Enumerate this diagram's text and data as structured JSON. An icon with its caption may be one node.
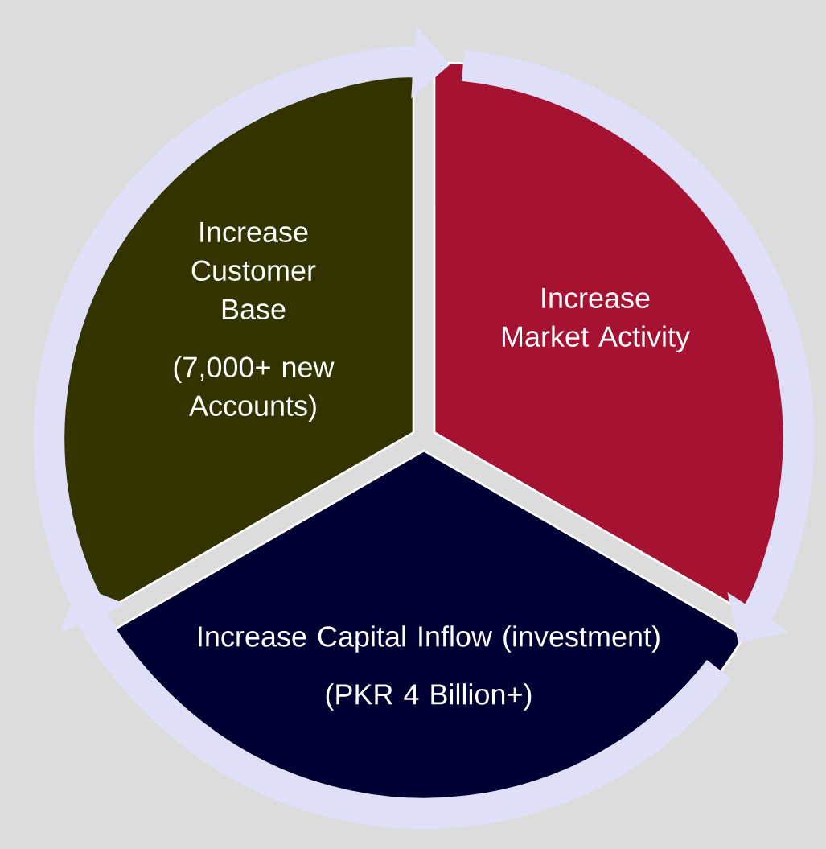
{
  "diagram": {
    "nodes": [
      {
        "text": [
          "Increase Customer Base",
          "(7,000+ new Accounts)"
        ]
      },
      {
        "text": [
          "Increase Market Activity"
        ]
      },
      {
        "text": [
          "Increase Capital Inflow (investment)",
          "(PKR 4 Billion+)"
        ]
      }
    ],
    "edges": [
      {
        "from": 0,
        "to": 1,
        "arrow": "to"
      },
      {
        "from": 1,
        "to": 2,
        "arrow": "to"
      },
      {
        "from": 2,
        "to": 0,
        "arrow": "to"
      }
    ]
  }
}
